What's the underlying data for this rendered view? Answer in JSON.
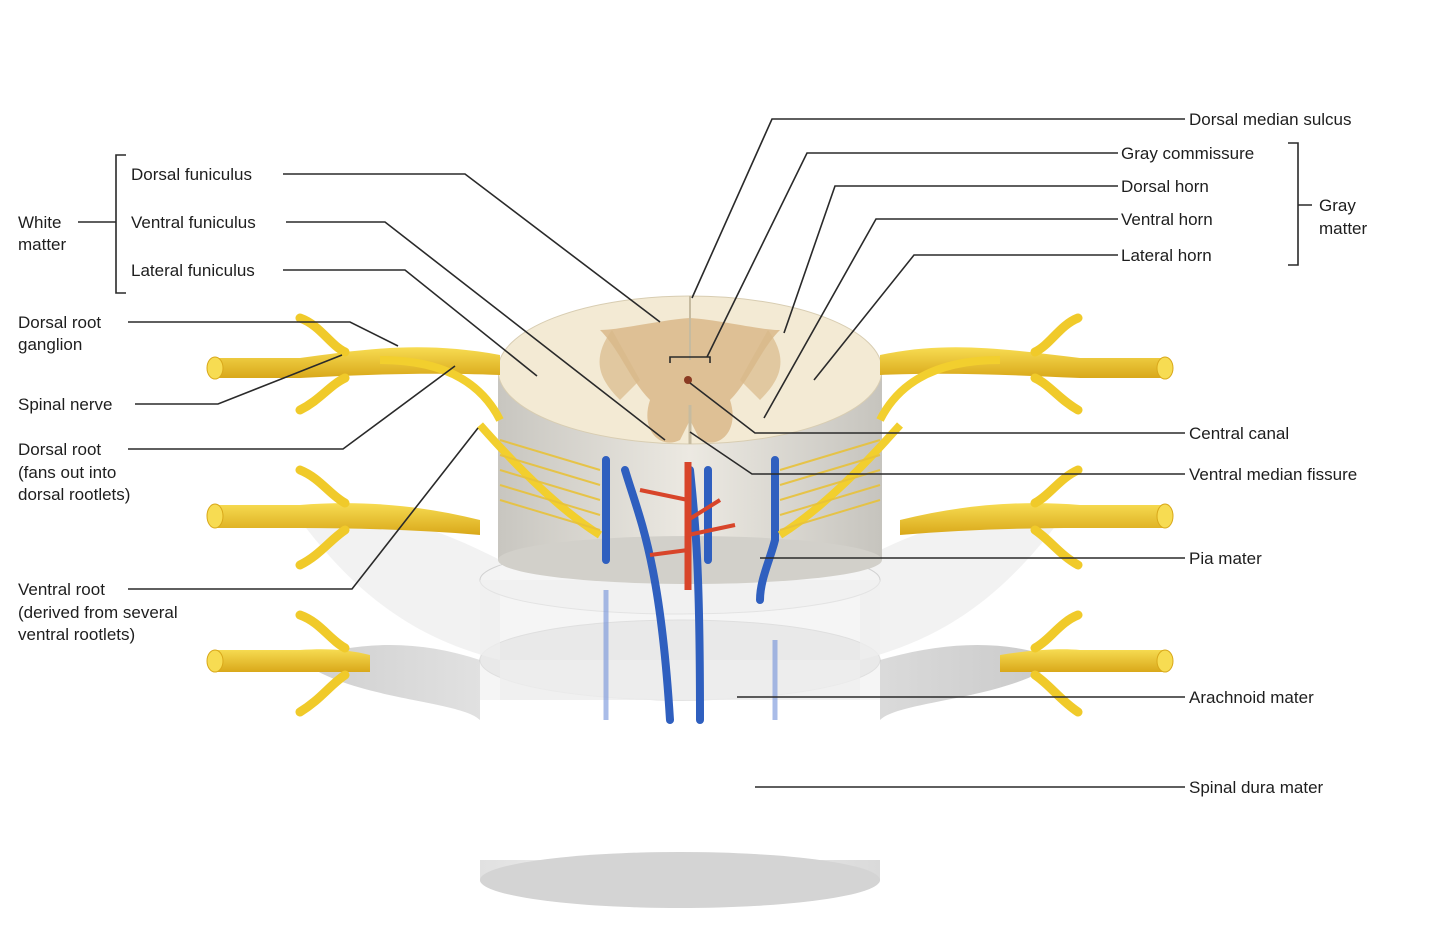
{
  "labels": {
    "white_matter_line1": "White",
    "white_matter_line2": "matter",
    "gray_matter_line1": "Gray",
    "gray_matter_line2": "matter",
    "dorsal_funiculus": "Dorsal funiculus",
    "ventral_funiculus": "Ventral funiculus",
    "lateral_funiculus": "Lateral funiculus",
    "dorsal_root_ganglion_line1": "Dorsal root",
    "dorsal_root_ganglion_line2": "ganglion",
    "spinal_nerve": "Spinal nerve",
    "dorsal_root_line1": "Dorsal root",
    "dorsal_root_line2": "(fans out into",
    "dorsal_root_line3": "dorsal rootlets)",
    "ventral_root_line1": "Ventral root",
    "ventral_root_line2": "(derived from several",
    "ventral_root_line3": "ventral rootlets)",
    "dorsal_median_sulcus": "Dorsal median sulcus",
    "gray_commissure": "Gray commissure",
    "dorsal_horn": "Dorsal horn",
    "ventral_horn": "Ventral horn",
    "lateral_horn": "Lateral horn",
    "central_canal": "Central canal",
    "ventral_median_fissure": "Ventral median fissure",
    "pia_mater": "Pia mater",
    "arachnoid_mater": "Arachnoid mater",
    "spinal_dura_mater": "Spinal dura mater"
  },
  "colors": {
    "nerve": "#f2cf2e",
    "nerve_shade": "#d9a81a",
    "white_matter": "#f3ead4",
    "gray_matter": "#d9b98a",
    "pia": "#dcdcdc",
    "dura": "#e9e9e9",
    "artery": "#d8452a",
    "vein": "#2f5fbf",
    "leader": "#2a2a2a"
  }
}
